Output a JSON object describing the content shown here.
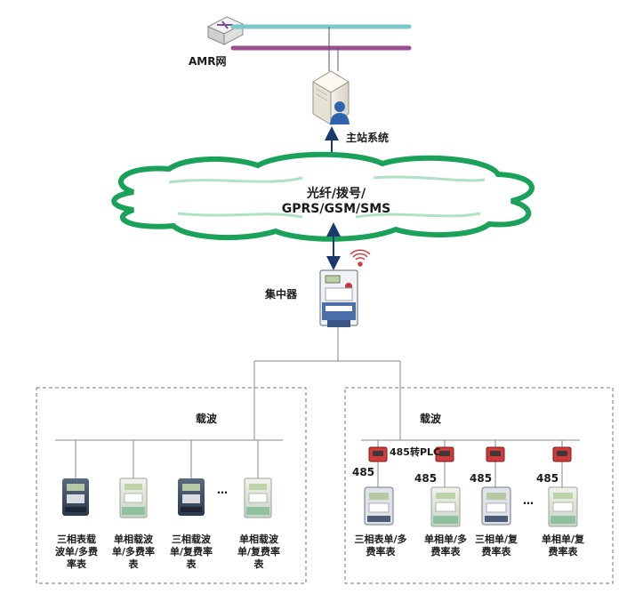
{
  "network": {
    "label": "AMR网"
  },
  "master": {
    "label": "主站系统"
  },
  "cloud": {
    "line1": "光纤/拨号/",
    "line2": "GPRS/GSM/SMS"
  },
  "concentrator": {
    "label": "集中器"
  },
  "left_group": {
    "bus_label": "载波",
    "meters": [
      {
        "l1": "三相表载",
        "l2": "波单/多费",
        "l3": "率表"
      },
      {
        "l1": "单相载波",
        "l2": "单/多费率",
        "l3": "表"
      },
      {
        "l1": "三相载波",
        "l2": "单/复费率",
        "l3": "表"
      },
      {
        "l1": "单相载波",
        "l2": "单/复费率",
        "l3": "表"
      }
    ],
    "ellipsis": "…"
  },
  "right_group": {
    "bus_label": "载波",
    "converter_label": "485转PLC",
    "port_label": "485",
    "meters": [
      {
        "l1": "三相表单/多",
        "l2": "费率表"
      },
      {
        "l1": "单相单/多",
        "l2": "费率表"
      },
      {
        "l1": "三相单/复",
        "l2": "费率表"
      },
      {
        "l1": "单相单/复",
        "l2": "费率表"
      }
    ],
    "ellipsis": "…"
  },
  "colors": {
    "bus_cyan": "#7cc8cc",
    "bus_purple": "#9a4f93",
    "cloud_green": "#1aa25a",
    "arrow_navy": "#1a3a6e",
    "converter_red": "#d23a3a"
  }
}
